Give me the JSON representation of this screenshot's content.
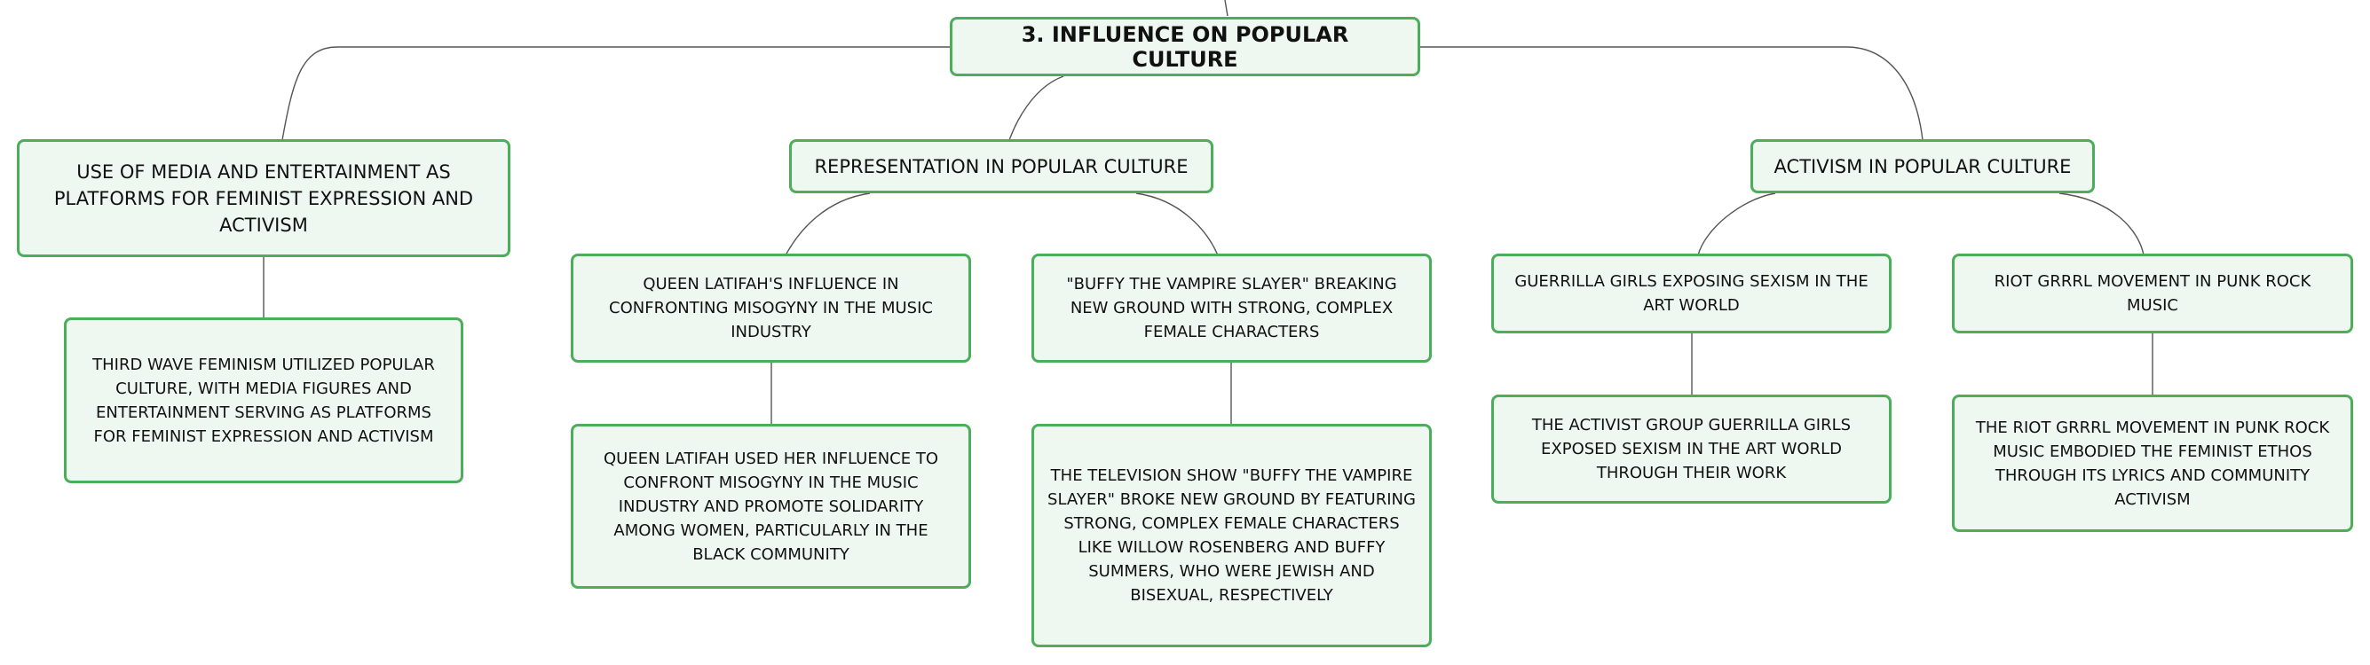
{
  "diagram": {
    "root": {
      "label": "3. INFLUENCE ON POPULAR CULTURE"
    },
    "branches": [
      {
        "label": "USE OF MEDIA AND ENTERTAINMENT AS PLATFORMS FOR FEMINIST EXPRESSION AND ACTIVISM",
        "children": [
          {
            "label": "THIRD WAVE FEMINISM UTILIZED POPULAR CULTURE, WITH MEDIA FIGURES AND ENTERTAINMENT SERVING AS PLATFORMS FOR FEMINIST EXPRESSION AND ACTIVISM"
          }
        ]
      },
      {
        "label": "REPRESENTATION IN POPULAR CULTURE",
        "children": [
          {
            "label": "QUEEN LATIFAH'S INFLUENCE IN CONFRONTING MISOGYNY IN THE MUSIC INDUSTRY",
            "detail": "QUEEN LATIFAH USED HER INFLUENCE TO CONFRONT MISOGYNY IN THE MUSIC INDUSTRY AND PROMOTE SOLIDARITY AMONG WOMEN, PARTICULARLY IN THE BLACK COMMUNITY"
          },
          {
            "label": "\"BUFFY THE VAMPIRE SLAYER\" BREAKING NEW GROUND WITH STRONG, COMPLEX FEMALE CHARACTERS",
            "detail": "THE TELEVISION SHOW \"BUFFY THE VAMPIRE SLAYER\" BROKE NEW GROUND BY FEATURING STRONG, COMPLEX FEMALE CHARACTERS LIKE WILLOW ROSENBERG AND BUFFY SUMMERS, WHO WERE JEWISH AND BISEXUAL, RESPECTIVELY"
          }
        ]
      },
      {
        "label": "ACTIVISM IN POPULAR CULTURE",
        "children": [
          {
            "label": "GUERRILLA GIRLS EXPOSING SEXISM IN THE ART WORLD",
            "detail": "THE ACTIVIST GROUP GUERRILLA GIRLS EXPOSED SEXISM IN THE ART WORLD THROUGH THEIR WORK"
          },
          {
            "label": "RIOT GRRRL MOVEMENT IN PUNK ROCK MUSIC",
            "detail": "THE RIOT GRRRL MOVEMENT IN PUNK ROCK MUSIC EMBODIED THE FEMINIST ETHOS THROUGH ITS LYRICS AND COMMUNITY ACTIVISM"
          }
        ]
      }
    ],
    "colors": {
      "border": "#4cad5b",
      "fill": "#eff7f1",
      "connector": "#555555"
    }
  }
}
